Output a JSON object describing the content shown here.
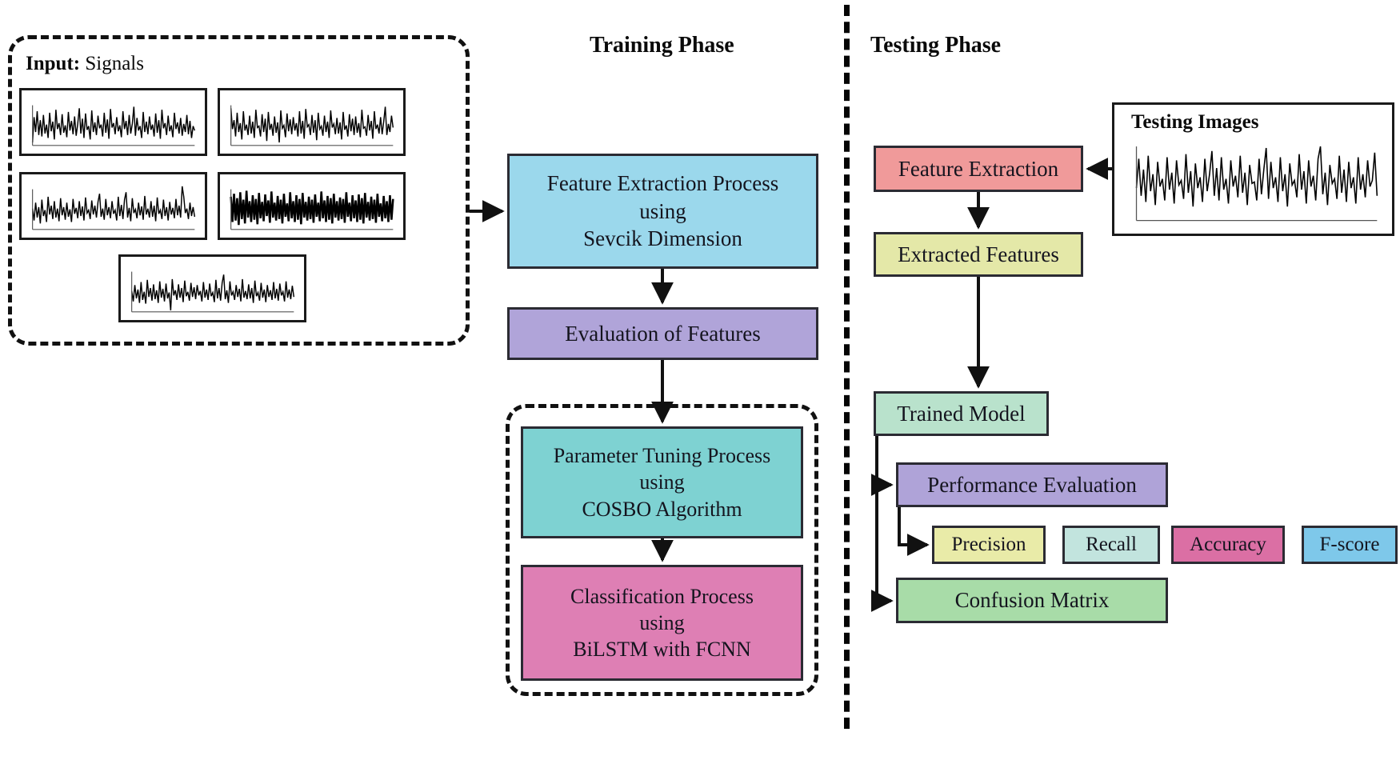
{
  "phases": {
    "training_label": "Training Phase",
    "testing_label": "Testing Phase"
  },
  "input_panel": {
    "label_bold": "Input:",
    "label_rest": " Signals",
    "signal_count": 5
  },
  "training": {
    "feature_extraction": {
      "lines": [
        "Feature Extraction Process",
        "using",
        "Sevcik Dimension"
      ],
      "color": "#9BD8EC"
    },
    "evaluation": {
      "lines": [
        "Evaluation of Features"
      ],
      "color": "#B0A4D9"
    },
    "parameter_tuning": {
      "lines": [
        "Parameter Tuning Process",
        "using",
        "COSBO Algorithm"
      ],
      "color": "#7ED2D2"
    },
    "classification": {
      "lines": [
        "Classification Process",
        "using",
        "BiLSTM with FCNN"
      ],
      "color": "#DE7FB4"
    }
  },
  "testing": {
    "testing_images_label": "Testing Images",
    "feature_extraction": {
      "lines": [
        "Feature Extraction"
      ],
      "color": "#F09A9A"
    },
    "extracted_features": {
      "lines": [
        "Extracted Features"
      ],
      "color": "#E4E8A8"
    },
    "trained_model": {
      "lines": [
        "Trained Model"
      ],
      "color": "#B9E2CC"
    },
    "performance_evaluation": {
      "lines": [
        "Performance Evaluation"
      ],
      "color": "#AFA3D8"
    },
    "confusion_matrix": {
      "lines": [
        "Confusion Matrix"
      ],
      "color": "#A8DCA8"
    },
    "metrics": [
      {
        "label": "Precision",
        "color": "#E9EBA8"
      },
      {
        "label": "Recall",
        "color": "#C2E4DE"
      },
      {
        "label": "Accuracy",
        "color": "#DB6FA4"
      },
      {
        "label": "F-score",
        "color": "#7EC8EA"
      }
    ]
  },
  "colors": {
    "stroke": "#2b2b33",
    "arrow": "#111111",
    "dashed_border": "#111111"
  }
}
